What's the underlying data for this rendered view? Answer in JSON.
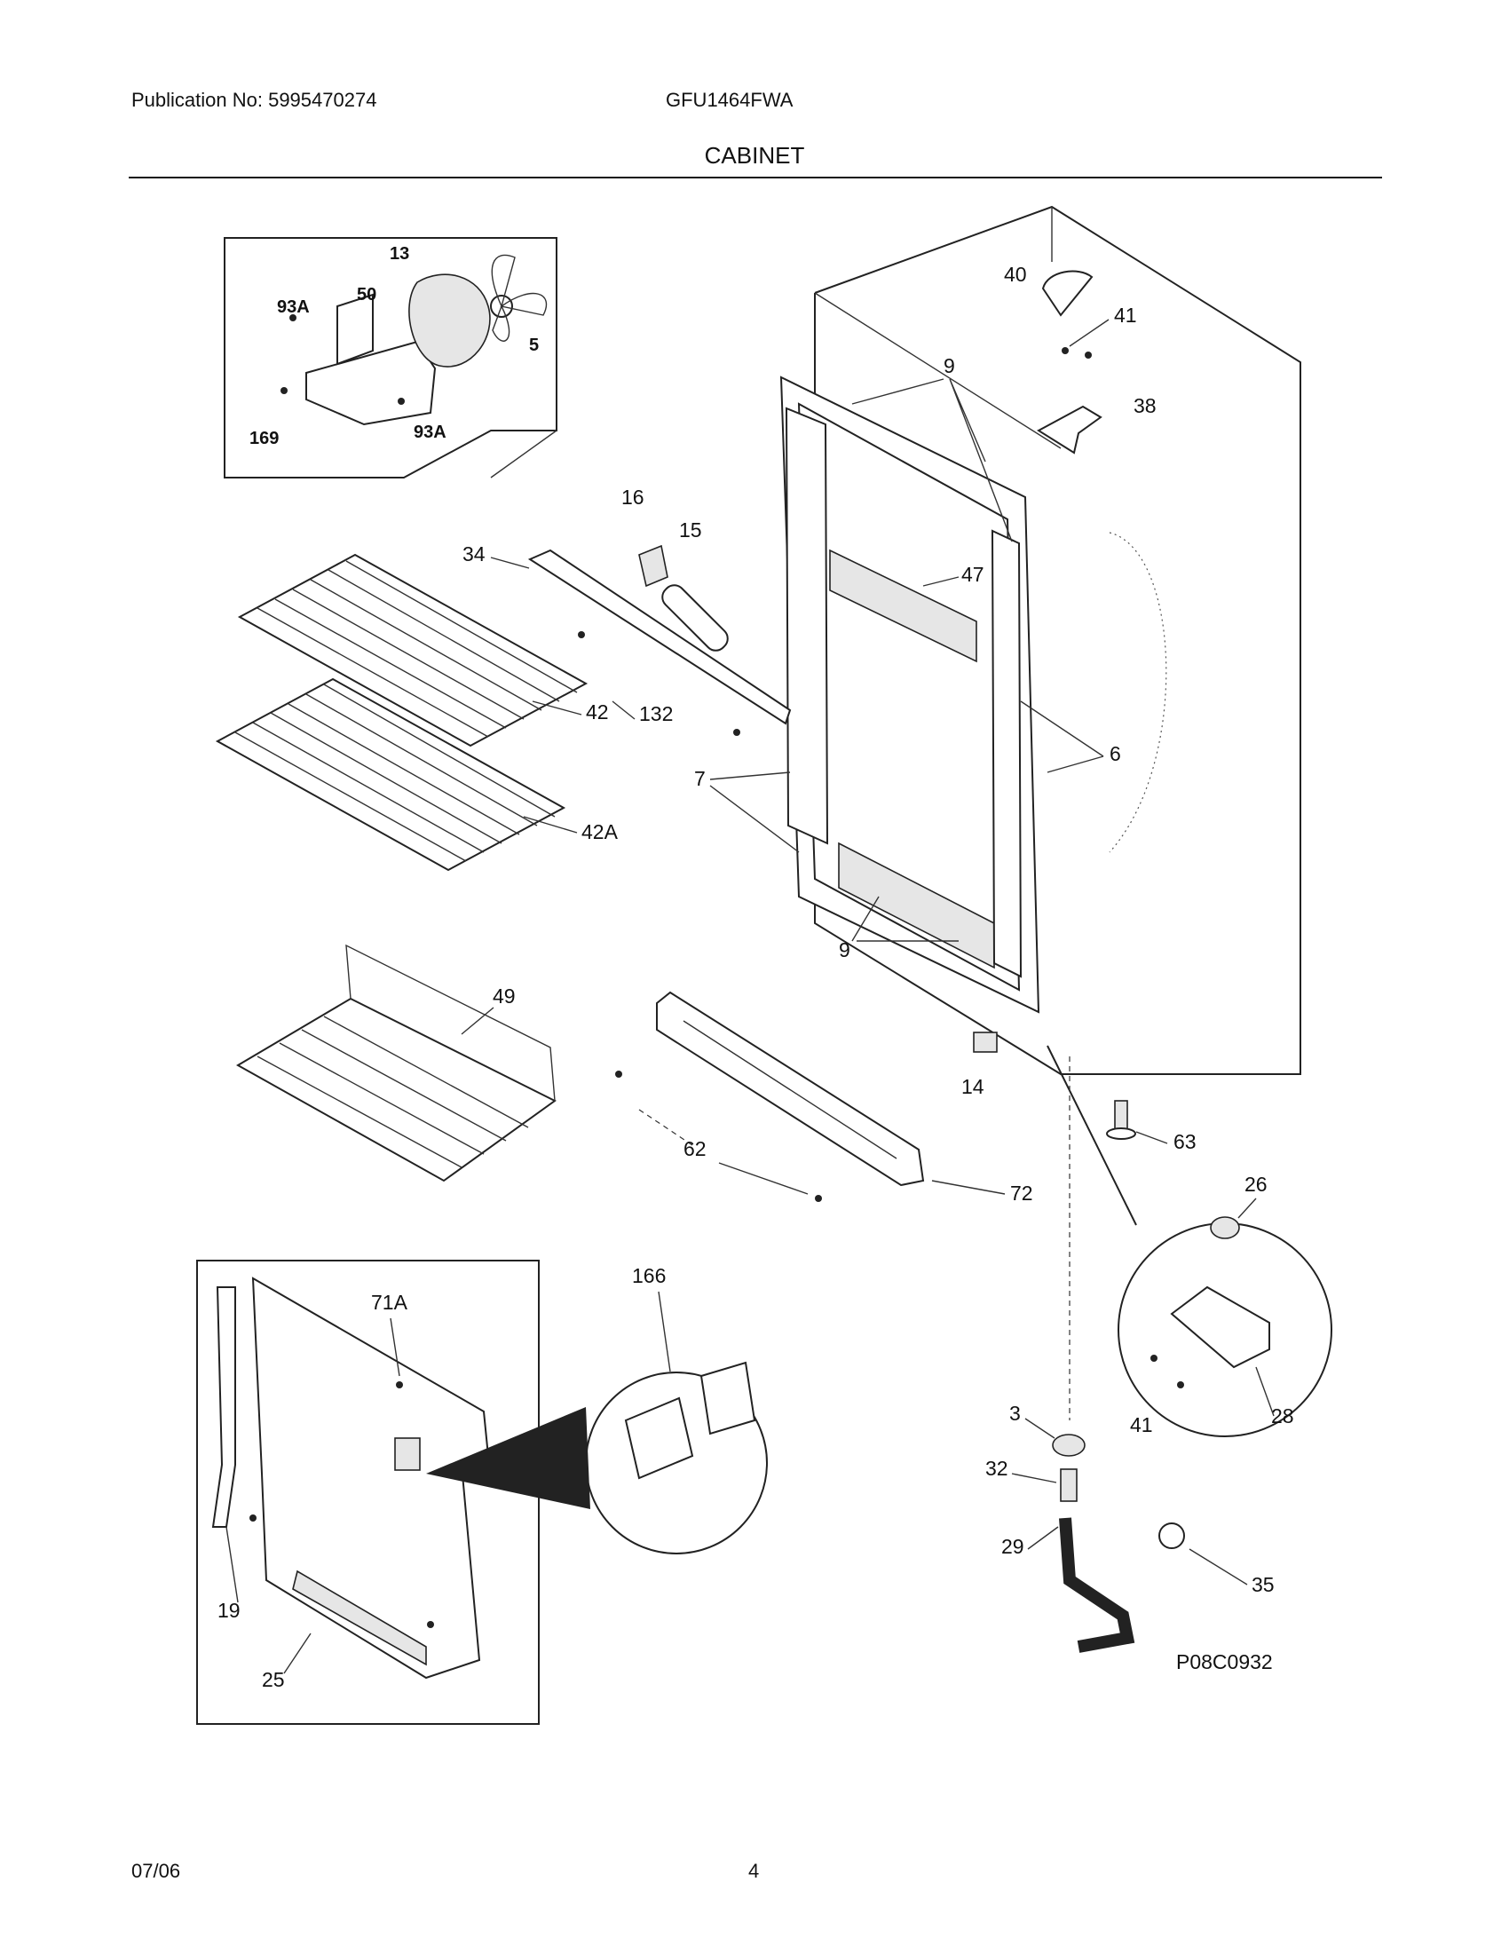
{
  "header": {
    "publication": "Publication No: 5995470274",
    "model": "GFU1464FWA",
    "section_title": "CABINET"
  },
  "footer": {
    "date": "07/06",
    "page_number": "4"
  },
  "diagram": {
    "drawing_code": "P08C0932",
    "callouts": {
      "c13": "13",
      "c50": "50",
      "c93a_top": "93A",
      "c5": "5",
      "c169": "169",
      "c93a_bot": "93A",
      "c40": "40",
      "c41_top": "41",
      "c38": "38",
      "c9_top": "9",
      "c16": "16",
      "c15": "15",
      "c34": "34",
      "c47": "47",
      "c42": "42",
      "c132": "132",
      "c7": "7",
      "c6": "6",
      "c42a": "42A",
      "c49": "49",
      "c9_bot": "9",
      "c14": "14",
      "c63": "63",
      "c62": "62",
      "c72": "72",
      "c26": "26",
      "c71a": "71A",
      "c166": "166",
      "c41_bot": "41",
      "c28": "28",
      "c3": "3",
      "c32": "32",
      "c29": "29",
      "c35": "35",
      "c19": "19",
      "c25": "25"
    }
  }
}
